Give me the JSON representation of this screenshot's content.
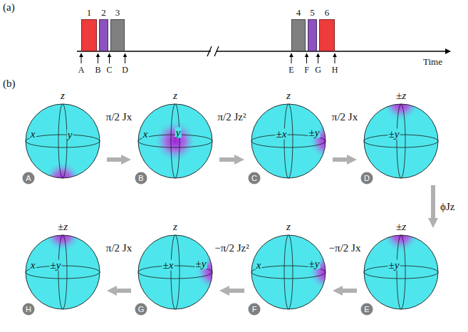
{
  "diagram": {
    "nodes": [
      {
        "text": [
          "1"
        ]
      },
      {
        "text": [
          "2"
        ]
      },
      {
        "text": [
          "3"
        ]
      },
      {
        "text": [
          "4"
        ]
      },
      {
        "text": [
          "5"
        ]
      },
      {
        "text": [
          "6"
        ]
      },
      {
        "text": [
          "z",
          "y",
          "x",
          "A"
        ]
      },
      {
        "text": [
          "z",
          "y",
          "x",
          "B"
        ]
      },
      {
        "text": [
          "z",
          "±x",
          "±y",
          "C"
        ]
      },
      {
        "text": [
          "±z",
          "±y",
          "D"
        ]
      },
      {
        "text": [
          "±z",
          "±y",
          "x",
          "H"
        ]
      },
      {
        "text": [
          "z",
          "±x",
          "±y",
          "G"
        ]
      },
      {
        "text": [
          "z",
          "x",
          "±y",
          "F"
        ]
      },
      {
        "text": [
          "±z",
          "±y",
          "E"
        ]
      }
    ],
    "edges": [
      {
        "from": 6,
        "to": 7,
        "arrow": "to",
        "label": "π/2 Jx"
      },
      {
        "from": 7,
        "to": 8,
        "arrow": "to",
        "label": "π/2 Jz²"
      },
      {
        "from": 8,
        "to": 9,
        "arrow": "to",
        "label": "π/2 Jx"
      },
      {
        "from": 9,
        "to": 13,
        "arrow": "to",
        "label": "ϕJz"
      },
      {
        "from": 13,
        "to": 12,
        "arrow": "to",
        "label": "−π/2 Jx"
      },
      {
        "from": 12,
        "to": 11,
        "arrow": "to",
        "label": "−π/2 Jz²"
      },
      {
        "from": 11,
        "to": 10,
        "arrow": "to",
        "label": "π/2 Jx"
      }
    ],
    "labels": [
      "(a)",
      "A",
      "B",
      "C",
      "D",
      "E",
      "F",
      "G",
      "H",
      "Time",
      "(b)"
    ]
  }
}
